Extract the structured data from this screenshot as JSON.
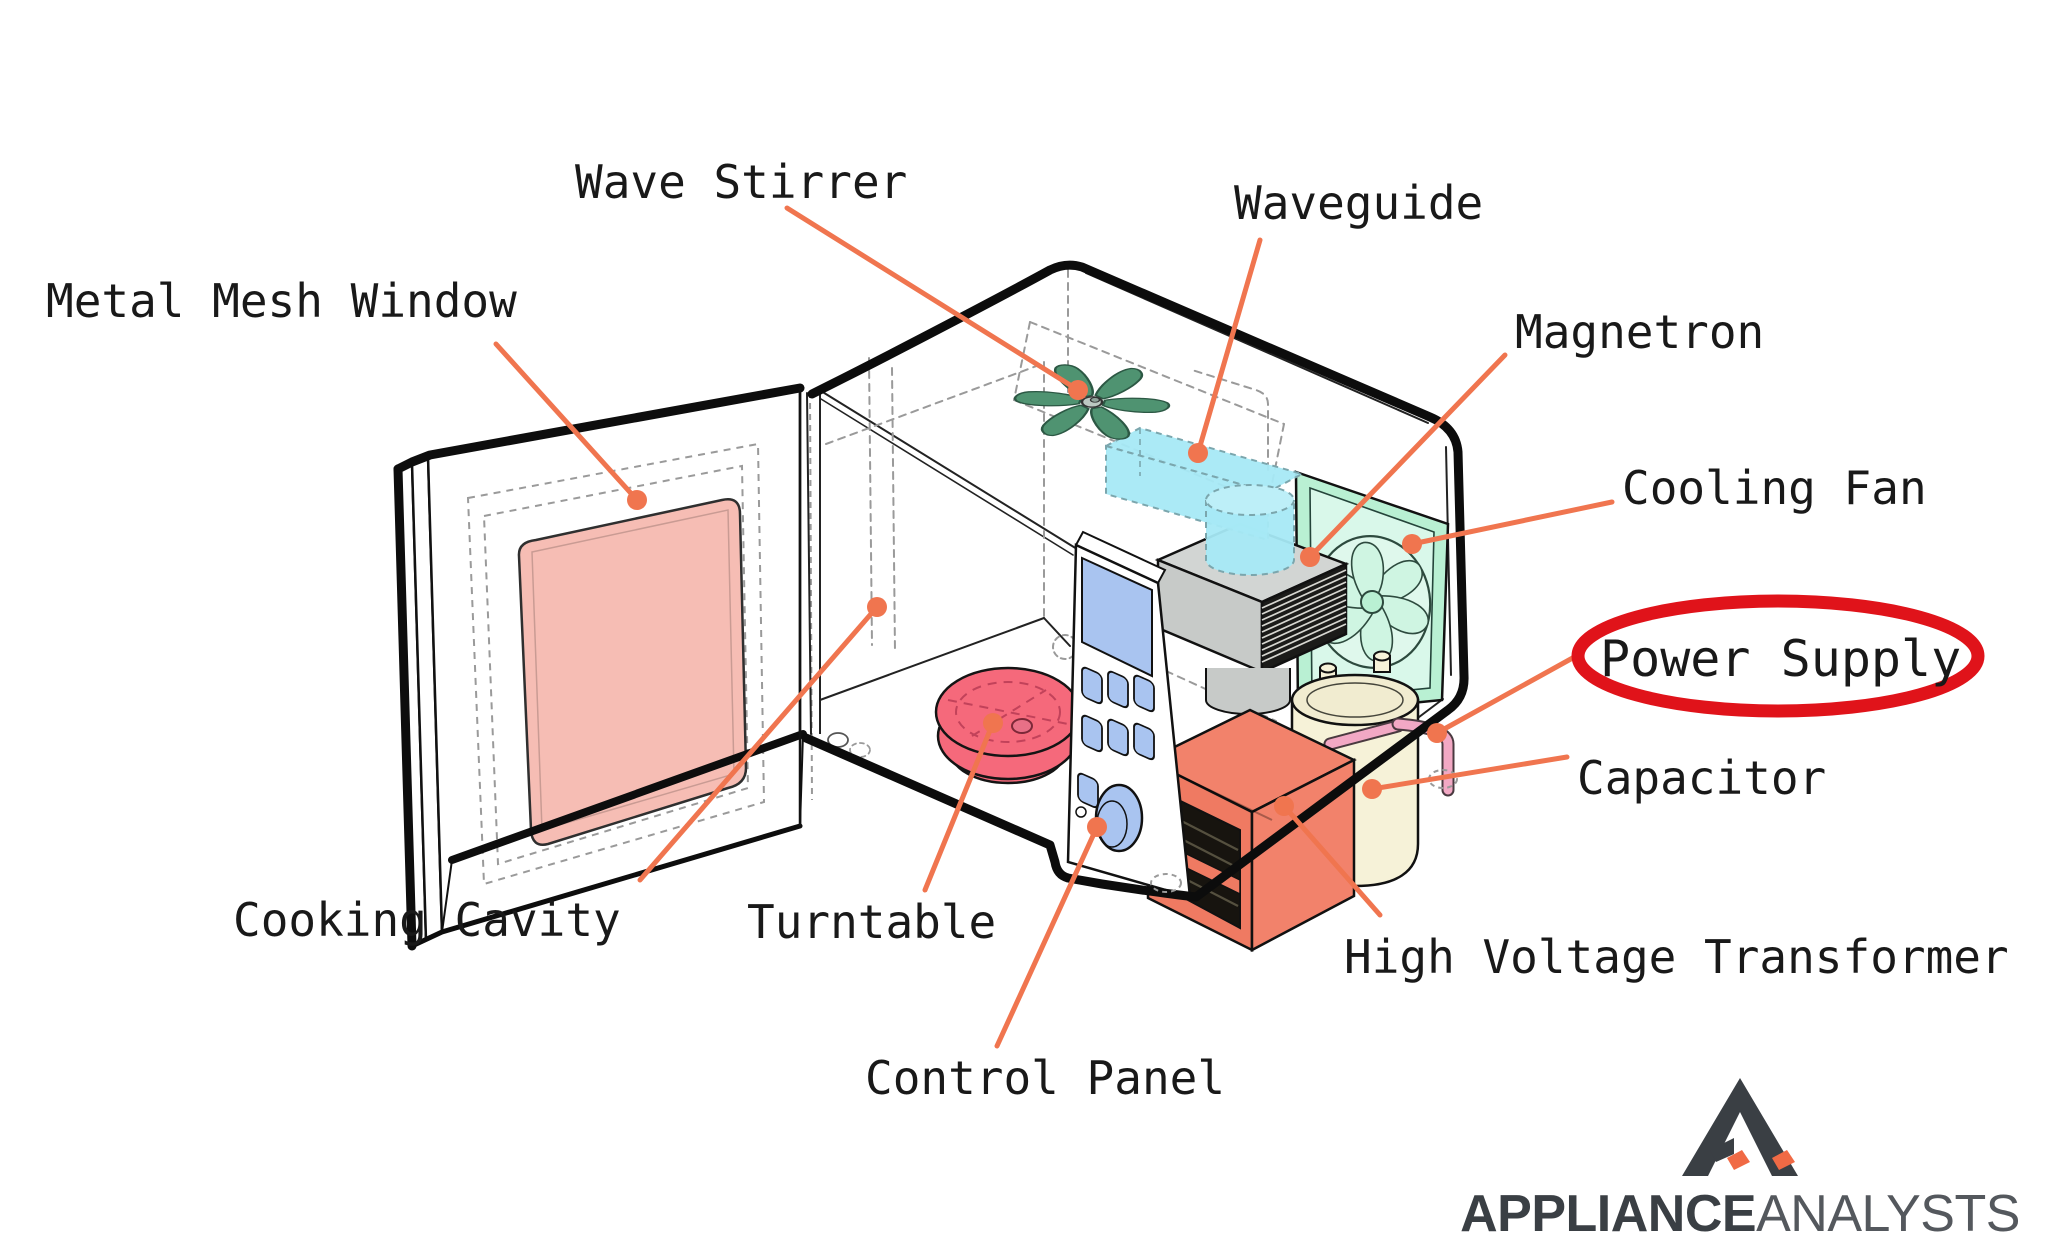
{
  "diagram": {
    "subject": "Microwave oven exploded parts diagram",
    "labels": [
      {
        "id": "metal-mesh-window",
        "text": "Metal Mesh Window"
      },
      {
        "id": "wave-stirrer",
        "text": "Wave Stirrer"
      },
      {
        "id": "waveguide",
        "text": "Waveguide"
      },
      {
        "id": "magnetron",
        "text": "Magnetron"
      },
      {
        "id": "cooling-fan",
        "text": "Cooling Fan"
      },
      {
        "id": "power-supply",
        "text": "Power Supply",
        "circled": true
      },
      {
        "id": "capacitor",
        "text": "Capacitor"
      },
      {
        "id": "cooking-cavity",
        "text": "Cooking Cavity"
      },
      {
        "id": "turntable",
        "text": "Turntable"
      },
      {
        "id": "high-voltage-transformer",
        "text": "High Voltage Transformer"
      },
      {
        "id": "control-panel",
        "text": "Control Panel"
      }
    ],
    "circled_label": "Power Supply",
    "colors": {
      "leader_line": "#F0754F",
      "highlight_circle_red": "#E0131A",
      "label_text": "#191919",
      "door_window_pink": "#F6BDB4",
      "turntable_pink": "#F5697B",
      "wave_stirrer_green": "#4F9371",
      "waveguide_cyan": "#A6E9F6",
      "cooling_fan_mint": "#B9F0D3",
      "magnetron_gray": "#C9CCCA",
      "capacitor_cream": "#F6F2D8",
      "capacitor_wire_pink": "#F2A8C4",
      "transformer_coral": "#F2826B",
      "control_panel_blue": "#A9C4F0",
      "outline_black": "#0D0D0D"
    },
    "logo": {
      "brand_bold": "APPLIANCE",
      "brand_light": "ANALYSTS"
    }
  }
}
